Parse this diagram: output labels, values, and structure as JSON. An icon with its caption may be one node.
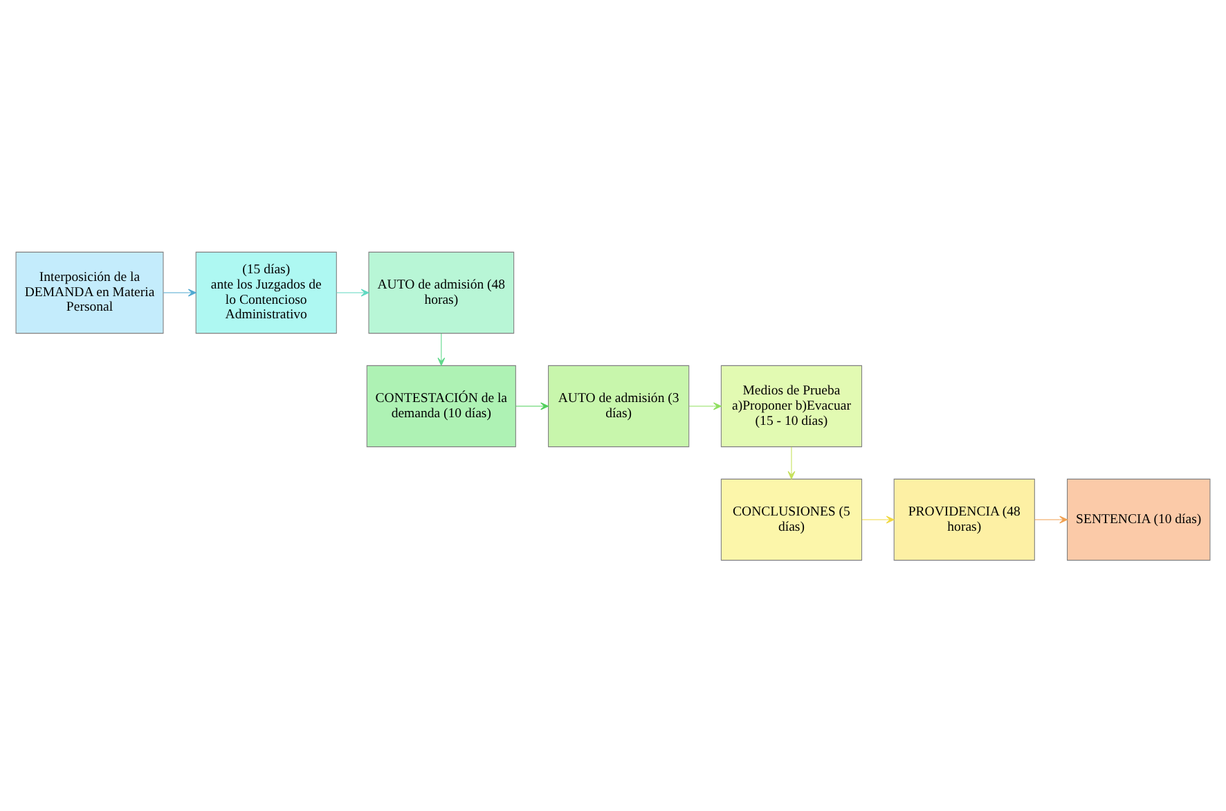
{
  "diagram": {
    "nodes": [
      {
        "text": [
          "Interposición de la DEMANDA en Materia Personal"
        ]
      },
      {
        "text": [
          "(15 días)",
          "ante los Juzgados de lo Contencioso Administrativo"
        ]
      },
      {
        "text": [
          "AUTO de admisión (48 horas)"
        ]
      },
      {
        "text": [
          "CONTESTACIÓN de la demanda (10 días)"
        ]
      },
      {
        "text": [
          "AUTO de admisión (3 días)"
        ]
      },
      {
        "text": [
          "Medios de Prueba a)Proponer b)Evacuar (15 - 10 días)"
        ]
      },
      {
        "text": [
          "CONCLUSIONES (5 días)"
        ]
      },
      {
        "text": [
          "PROVIDENCIA (48 horas)"
        ]
      },
      {
        "text": [
          "SENTENCIA (10 días)"
        ]
      }
    ],
    "edges": [
      {
        "from": 0,
        "to": 1,
        "arrow": "to",
        "color": "#4fa8d0"
      },
      {
        "from": 1,
        "to": 2,
        "arrow": "to",
        "color": "#5fd8c0"
      },
      {
        "from": 2,
        "to": 3,
        "arrow": "to",
        "color": "#5fd88a"
      },
      {
        "from": 3,
        "to": 4,
        "arrow": "to",
        "color": "#4fcf5a"
      },
      {
        "from": 4,
        "to": 5,
        "arrow": "to",
        "color": "#8fdf5f"
      },
      {
        "from": 5,
        "to": 6,
        "arrow": "to",
        "color": "#c5e05a"
      },
      {
        "from": 6,
        "to": 7,
        "arrow": "to",
        "color": "#f0d840"
      },
      {
        "from": 7,
        "to": 8,
        "arrow": "to",
        "color": "#f0a050"
      }
    ]
  }
}
